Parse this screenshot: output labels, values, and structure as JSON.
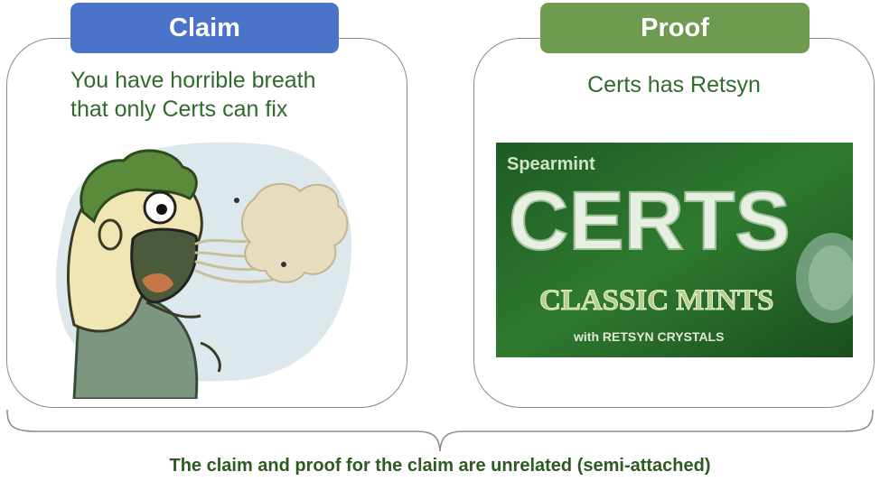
{
  "claim": {
    "header": "Claim",
    "text_line1": "You have horrible breath",
    "text_line2": "that only Certs can fix"
  },
  "proof": {
    "header": "Proof",
    "text": "Certs has Retsyn",
    "photo": {
      "flavor_text": "Spearmint",
      "brand_text": "CERTS",
      "product_text": "CLASSIC MINTS",
      "subtitle_text": "with RETSYN CRYSTALS"
    }
  },
  "conclusion": "The claim and proof for the claim are unrelated (semi-attached)",
  "colors": {
    "claim_header": "#4a73c9",
    "proof_header": "#6f9b50",
    "caption_text": "#2f6b2a",
    "conclusion_text": "#2d5a1f"
  }
}
